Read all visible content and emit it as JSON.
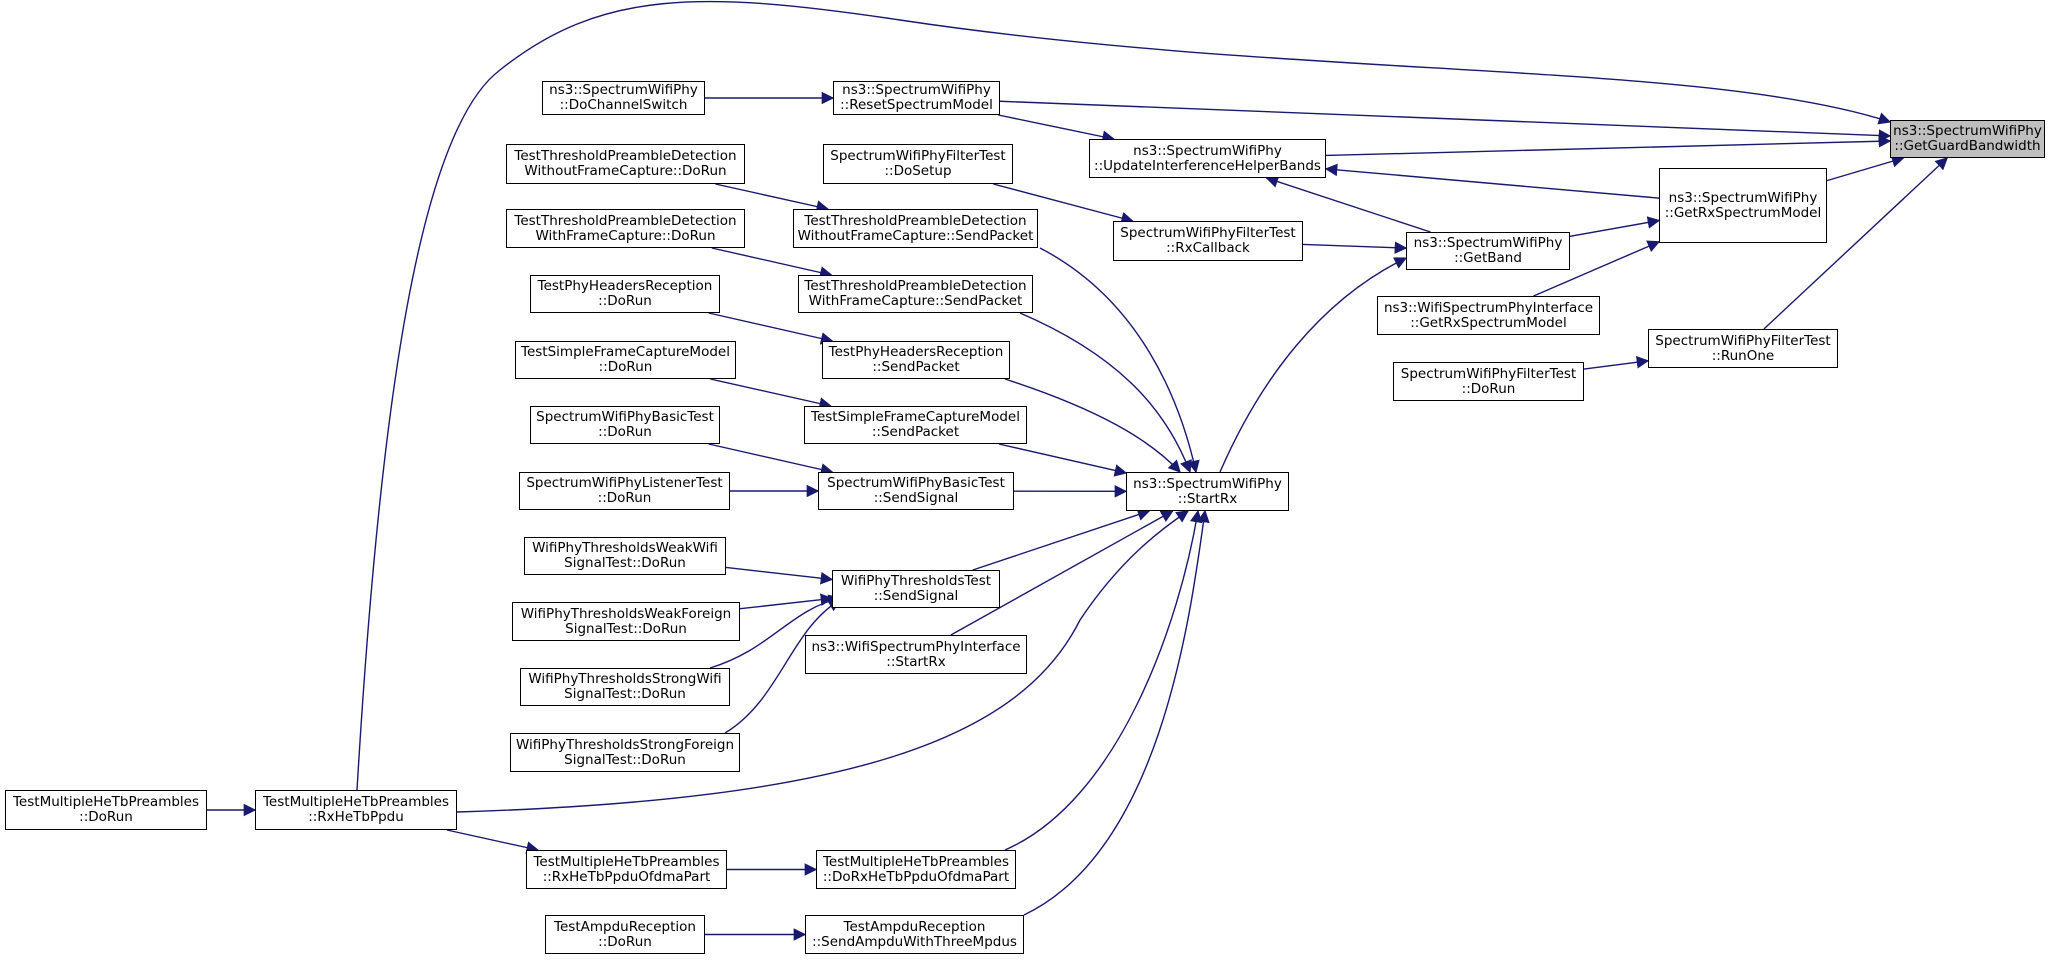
{
  "graph": {
    "edge_color": "#191970",
    "root_fill": "#bfbfbf",
    "nodes": [
      {
        "id": "root",
        "lines": [
          "ns3::SpectrumWifiPhy",
          "::GetGuardBandwidth"
        ],
        "root": true
      },
      {
        "id": "reset",
        "lines": [
          "ns3::SpectrumWifiPhy",
          "::ResetSpectrumModel"
        ]
      },
      {
        "id": "update",
        "lines": [
          "ns3::SpectrumWifiPhy",
          "::UpdateInterferenceHelperBands"
        ]
      },
      {
        "id": "getrx",
        "lines": [
          "ns3::SpectrumWifiPhy",
          "::GetRxSpectrumModel"
        ]
      },
      {
        "id": "runone",
        "lines": [
          "SpectrumWifiPhyFilterTest",
          "::RunOne"
        ]
      },
      {
        "id": "rxhe",
        "lines": [
          "TestMultipleHeTbPreambles",
          "::RxHeTbPpdu"
        ]
      },
      {
        "id": "dochan",
        "lines": [
          "ns3::SpectrumWifiPhy",
          "::DoChannelSwitch"
        ]
      },
      {
        "id": "getband",
        "lines": [
          "ns3::SpectrumWifiPhy",
          "::GetBand"
        ]
      },
      {
        "id": "wifiif_getrx",
        "lines": [
          "ns3::WifiSpectrumPhyInterface",
          "::GetRxSpectrumModel"
        ]
      },
      {
        "id": "filter_dorun",
        "lines": [
          "SpectrumWifiPhyFilterTest",
          "::DoRun"
        ]
      },
      {
        "id": "multi_dorun",
        "lines": [
          "TestMultipleHeTbPreambles",
          "::DoRun"
        ]
      },
      {
        "id": "rxcallback",
        "lines": [
          "SpectrumWifiPhyFilterTest",
          "::RxCallback"
        ]
      },
      {
        "id": "startrx",
        "lines": [
          "ns3::SpectrumWifiPhy",
          "::StartRx"
        ]
      },
      {
        "id": "dosetup",
        "lines": [
          "SpectrumWifiPhyFilterTest",
          "::DoSetup"
        ]
      },
      {
        "id": "tpd_wo_send",
        "lines": [
          "TestThresholdPreambleDetection",
          "WithoutFrameCapture::SendPacket"
        ]
      },
      {
        "id": "tpd_w_send",
        "lines": [
          "TestThresholdPreambleDetection",
          "WithFrameCapture::SendPacket"
        ]
      },
      {
        "id": "hdr_send",
        "lines": [
          "TestPhyHeadersReception",
          "::SendPacket"
        ]
      },
      {
        "id": "sfc_send",
        "lines": [
          "TestSimpleFrameCaptureModel",
          "::SendPacket"
        ]
      },
      {
        "id": "basic_send",
        "lines": [
          "SpectrumWifiPhyBasicTest",
          "::SendSignal"
        ]
      },
      {
        "id": "thr_send",
        "lines": [
          "WifiPhyThresholdsTest",
          "::SendSignal"
        ]
      },
      {
        "id": "wifiif_startrx",
        "lines": [
          "ns3::WifiSpectrumPhyInterface",
          "::StartRx"
        ]
      },
      {
        "id": "dorxhe",
        "lines": [
          "TestMultipleHeTbPreambles",
          "::DoRxHeTbPpduOfdmaPart"
        ]
      },
      {
        "id": "ampdu_send",
        "lines": [
          "TestAmpduReception",
          "::SendAmpduWithThreeMpdus"
        ]
      },
      {
        "id": "rxhe_ofdma",
        "lines": [
          "TestMultipleHeTbPreambles",
          "::RxHeTbPpduOfdmaPart"
        ]
      },
      {
        "id": "tpd_wo_dorun",
        "lines": [
          "TestThresholdPreambleDetection",
          "WithoutFrameCapture::DoRun"
        ]
      },
      {
        "id": "tpd_w_dorun",
        "lines": [
          "TestThresholdPreambleDetection",
          "WithFrameCapture::DoRun"
        ]
      },
      {
        "id": "hdr_dorun",
        "lines": [
          "TestPhyHeadersReception",
          "::DoRun"
        ]
      },
      {
        "id": "sfc_dorun",
        "lines": [
          "TestSimpleFrameCaptureModel",
          "::DoRun"
        ]
      },
      {
        "id": "basic_dorun",
        "lines": [
          "SpectrumWifiPhyBasicTest",
          "::DoRun"
        ]
      },
      {
        "id": "listener_dorun",
        "lines": [
          "SpectrumWifiPhyListenerTest",
          "::DoRun"
        ]
      },
      {
        "id": "weakwifi_dorun",
        "lines": [
          "WifiPhyThresholdsWeakWifi",
          "SignalTest::DoRun"
        ]
      },
      {
        "id": "weakforeign_dorun",
        "lines": [
          "WifiPhyThresholdsWeakForeign",
          "SignalTest::DoRun"
        ]
      },
      {
        "id": "strongwifi_dorun",
        "lines": [
          "WifiPhyThresholdsStrongWifi",
          "SignalTest::DoRun"
        ]
      },
      {
        "id": "strongforeign_dorun",
        "lines": [
          "WifiPhyThresholdsStrongForeign",
          "SignalTest::DoRun"
        ]
      },
      {
        "id": "ampdu_dorun",
        "lines": [
          "TestAmpduReception",
          "::DoRun"
        ]
      }
    ],
    "edges": [
      [
        "reset",
        "root"
      ],
      [
        "update",
        "root"
      ],
      [
        "getrx",
        "root"
      ],
      [
        "runone",
        "root"
      ],
      [
        "rxhe",
        "root"
      ],
      [
        "dochan",
        "reset"
      ],
      [
        "reset",
        "update"
      ],
      [
        "getband",
        "update"
      ],
      [
        "getrx",
        "update"
      ],
      [
        "getband",
        "getrx"
      ],
      [
        "wifiif_getrx",
        "getrx"
      ],
      [
        "filter_dorun",
        "runone"
      ],
      [
        "multi_dorun",
        "rxhe"
      ],
      [
        "rxcallback",
        "getband"
      ],
      [
        "startrx",
        "getband"
      ],
      [
        "dosetup",
        "rxcallback"
      ],
      [
        "tpd_wo_send",
        "startrx"
      ],
      [
        "tpd_w_send",
        "startrx"
      ],
      [
        "hdr_send",
        "startrx"
      ],
      [
        "sfc_send",
        "startrx"
      ],
      [
        "basic_send",
        "startrx"
      ],
      [
        "thr_send",
        "startrx"
      ],
      [
        "wifiif_startrx",
        "startrx"
      ],
      [
        "rxhe",
        "startrx"
      ],
      [
        "dorxhe",
        "startrx"
      ],
      [
        "ampdu_send",
        "startrx"
      ],
      [
        "tpd_wo_dorun",
        "tpd_wo_send"
      ],
      [
        "tpd_w_dorun",
        "tpd_w_send"
      ],
      [
        "hdr_dorun",
        "hdr_send"
      ],
      [
        "sfc_dorun",
        "sfc_send"
      ],
      [
        "basic_dorun",
        "basic_send"
      ],
      [
        "listener_dorun",
        "basic_send"
      ],
      [
        "weakwifi_dorun",
        "thr_send"
      ],
      [
        "weakforeign_dorun",
        "thr_send"
      ],
      [
        "strongwifi_dorun",
        "thr_send"
      ],
      [
        "strongforeign_dorun",
        "thr_send"
      ],
      [
        "rxhe",
        "rxhe_ofdma"
      ],
      [
        "rxhe_ofdma",
        "dorxhe"
      ],
      [
        "ampdu_dorun",
        "ampdu_send"
      ]
    ]
  }
}
